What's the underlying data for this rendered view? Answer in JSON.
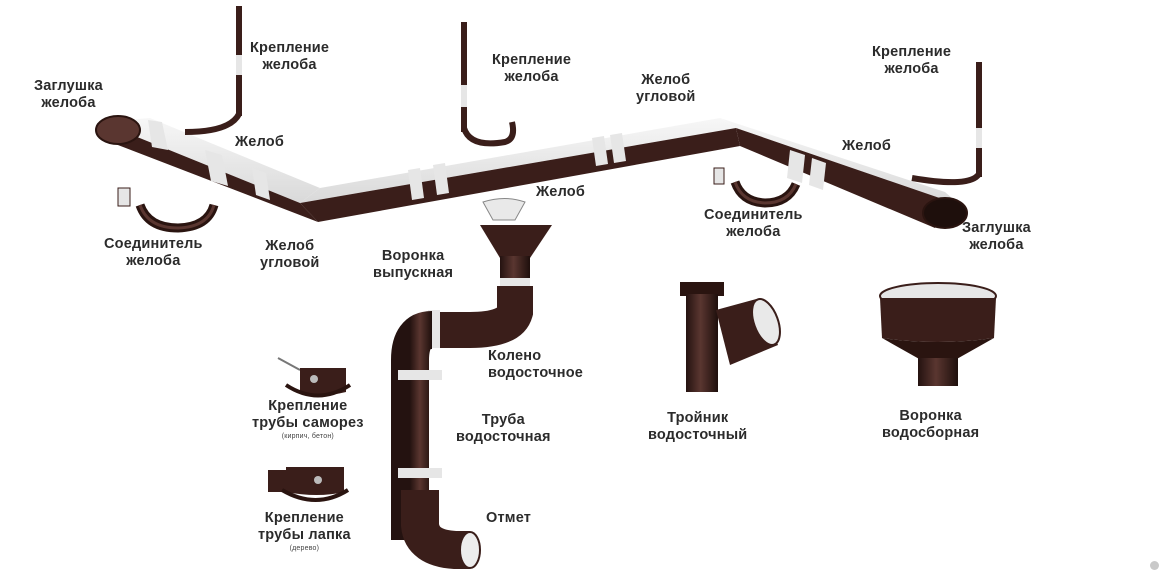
{
  "colors": {
    "metal": "#3a1e1a",
    "metal_dark": "#2a1410",
    "metal_light": "#5a3630",
    "inner": "#eeeeee",
    "band": "#e6e6e6",
    "label": "#2b2b2b"
  },
  "labels": {
    "end_cap_left": [
      "Заглушка",
      "желоба"
    ],
    "bracket_1": [
      "Крепление",
      "желоба"
    ],
    "bracket_2": [
      "Крепление",
      "желоба"
    ],
    "bracket_3": [
      "Крепление",
      "желоба"
    ],
    "gutter_1": "Желоб",
    "gutter_2": "Желоб",
    "gutter_3": "Желоб",
    "corner_top": [
      "Желоб",
      "угловой"
    ],
    "corner_bottom": [
      "Желоб",
      "угловой"
    ],
    "connector_left": [
      "Соединитель",
      "желоба"
    ],
    "connector_right": [
      "Соединитель",
      "желоба"
    ],
    "end_cap_right": [
      "Заглушка",
      "желоба"
    ],
    "outlet": [
      "Воронка",
      "выпускная"
    ],
    "elbow": [
      "Колено",
      "водосточное"
    ],
    "pipe": [
      "Труба",
      "водосточная"
    ],
    "offset": "Отмет",
    "tee": [
      "Тройник",
      "водосточный"
    ],
    "collector": [
      "Воронка",
      "водосборная"
    ],
    "clamp_screw": [
      "Крепление",
      "трубы саморез"
    ],
    "clamp_screw_note": "(кирпич, бетон)",
    "clamp_paw": [
      "Крепление",
      "трубы лапка"
    ],
    "clamp_paw_note": "(дерево)"
  }
}
